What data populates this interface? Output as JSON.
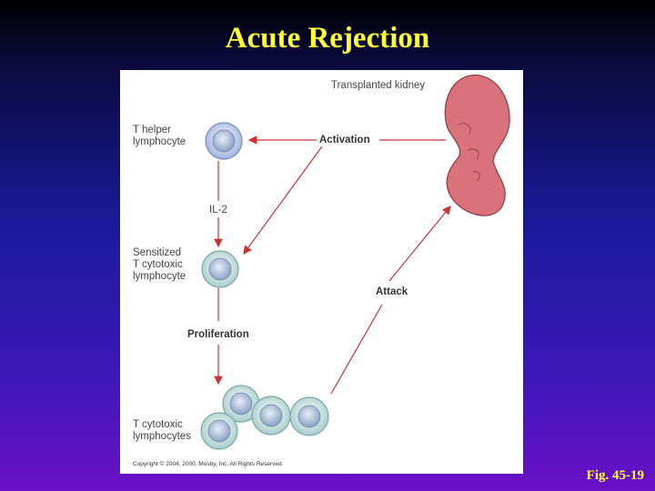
{
  "slide": {
    "title": "Acute Rejection",
    "figure_label": "Fig. 45-19"
  },
  "diagram": {
    "kidney_label": "Transplanted kidney",
    "helper_label_line1": "T helper",
    "helper_label_line2": "lymphocyte",
    "activation_label": "Activation",
    "il2_label": "IL-2",
    "sensitized_line1": "Sensitized",
    "sensitized_line2": "T cytotoxic",
    "sensitized_line3": "lymphocyte",
    "attack_label": "Attack",
    "proliferation_label": "Proliferation",
    "cytotoxic_line1": "T cytotoxic",
    "cytotoxic_line2": "lymphocytes",
    "copyright": "Copyright © 2004, 2000, Mosby, Inc. All Rights Reserved."
  },
  "colors": {
    "title": "#ffff33",
    "arrow": "#cc3333",
    "kidney": "#d9727a",
    "helper_cell": "#b7c6e6",
    "cytotoxic_cell": "#c7dede"
  }
}
